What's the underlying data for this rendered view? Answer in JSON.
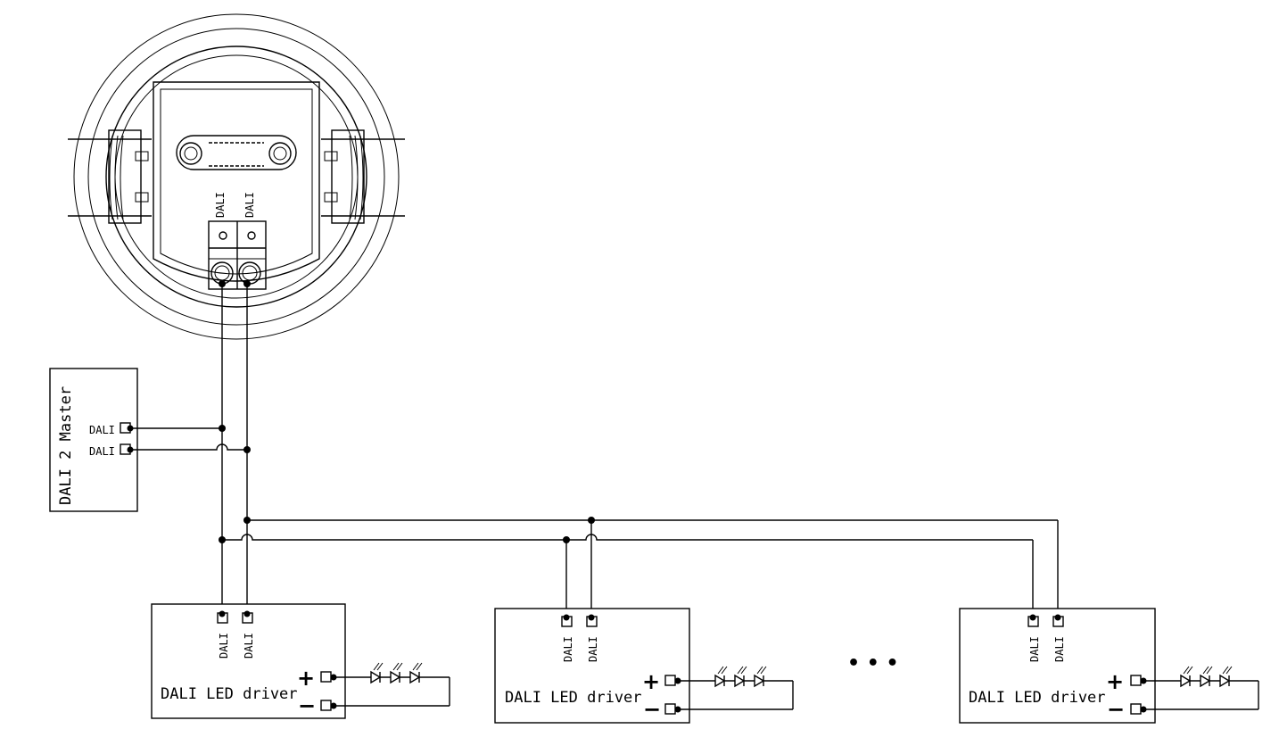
{
  "sensor": {
    "terminal_labels": [
      "DALI",
      "DALI"
    ]
  },
  "master": {
    "title": "DALI 2 Master",
    "terminal_labels": [
      "DALI",
      "DALI"
    ]
  },
  "drivers": [
    {
      "title": "DALI LED driver",
      "terminal_labels": [
        "DALI",
        "DALI"
      ],
      "plus": "+",
      "minus": "−"
    },
    {
      "title": "DALI LED driver",
      "terminal_labels": [
        "DALI",
        "DALI"
      ],
      "plus": "+",
      "minus": "−"
    },
    {
      "title": "DALI LED driver",
      "terminal_labels": [
        "DALI",
        "DALI"
      ],
      "plus": "+",
      "minus": "−"
    }
  ],
  "ellipsis": "• • •"
}
